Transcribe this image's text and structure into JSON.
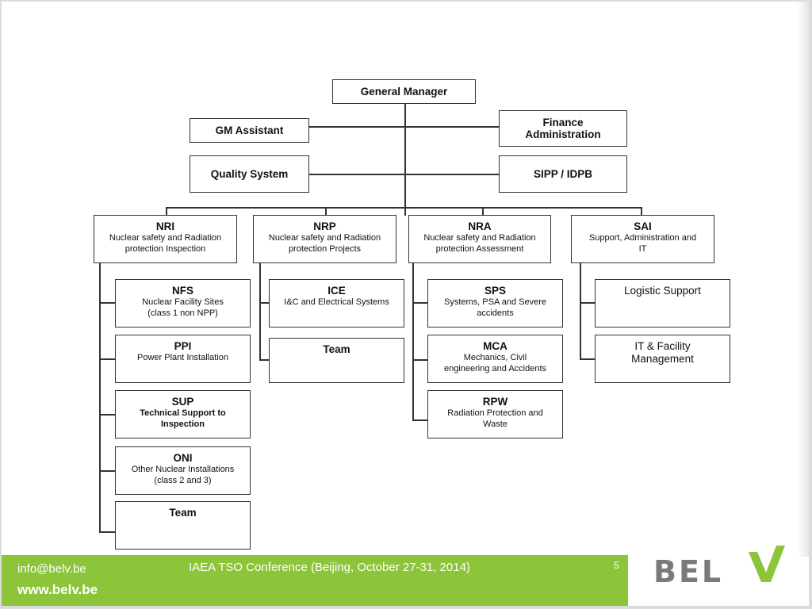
{
  "org_chart": {
    "gm": {
      "title": "General Manager"
    },
    "gm_assistant": {
      "title": "GM Assistant"
    },
    "finance": {
      "line1": "Finance",
      "line2": "Administration"
    },
    "quality": {
      "title": "Quality System"
    },
    "sipp": {
      "title": "SIPP / IDPB"
    },
    "nri": {
      "code": "NRI",
      "line1": "Nuclear safety and Radiation",
      "line2": "protection Inspection"
    },
    "nrp": {
      "code": "NRP",
      "line1": "Nuclear safety and Radiation",
      "line2": "protection Projects"
    },
    "nra": {
      "code": "NRA",
      "line1": "Nuclear safety and Radiation",
      "line2": "protection Assessment"
    },
    "sai": {
      "code": "SAI",
      "line1": "Support, Administration and",
      "line2": "IT"
    },
    "nfs": {
      "code": "NFS",
      "line1": "Nuclear Facility Sites",
      "line2": "(class 1 non NPP)"
    },
    "ppi": {
      "code": "PPI",
      "line1": "Power Plant Installation"
    },
    "sup": {
      "code": "SUP",
      "line1": "Technical Support to",
      "line2": "Inspection"
    },
    "oni": {
      "code": "ONI",
      "line1": "Other Nuclear Installations",
      "line2": "(class 2 and 3)"
    },
    "nri_team": {
      "title": "Team"
    },
    "ice": {
      "code": "ICE",
      "line1": "I&C and Electrical Systems"
    },
    "nrp_team": {
      "title": "Team"
    },
    "sps": {
      "code": "SPS",
      "line1": "Systems, PSA and Severe",
      "line2": "accidents"
    },
    "mca": {
      "code": "MCA",
      "line1": "Mechanics, Civil",
      "line2": "engineering and Accidents"
    },
    "rpw": {
      "code": "RPW",
      "line1": "Radiation Protection and",
      "line2": "Waste"
    },
    "logistic": {
      "title": "Logistic Support"
    },
    "itfm": {
      "line1": "IT & Facility",
      "line2": "Management"
    }
  },
  "footer": {
    "email": "info@belv.be",
    "website": "www.belv.be",
    "conference": "IAEA TSO Conference (Beijing, October 27-31, 2014)",
    "page_number": "5"
  },
  "logo": {
    "text": "BEL",
    "colors": {
      "text": "#7a7a7a",
      "check": "#8cc43a"
    }
  },
  "colors": {
    "footer_bg": "#8cc43a",
    "line": "#333333"
  }
}
